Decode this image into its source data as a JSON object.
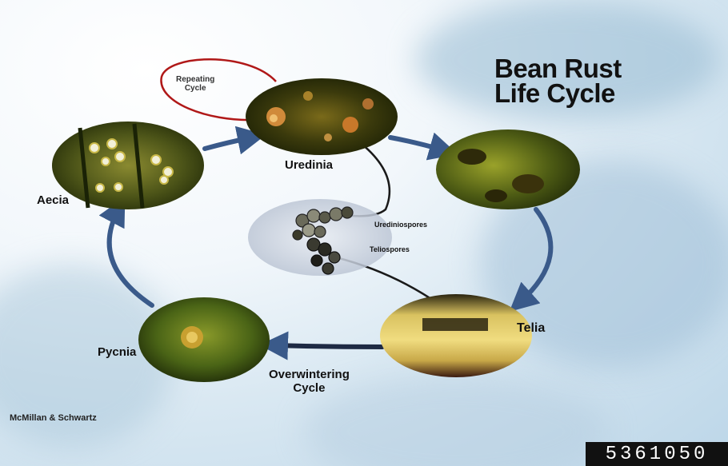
{
  "title": {
    "line1": "Bean Rust",
    "line2": "Life Cycle"
  },
  "stages": {
    "uredinia": "Uredinia",
    "telia": "Telia",
    "aecia": "Aecia",
    "pycnia": "Pycnia"
  },
  "cycles": {
    "repeating": {
      "line1": "Repeating",
      "line2": "Cycle"
    },
    "overwintering": {
      "line1": "Overwintering",
      "line2": "Cycle"
    }
  },
  "spores": {
    "urediniospores": "Urediniospores",
    "teliospores": "Teliospores"
  },
  "credit": "McMillan & Schwartz",
  "image_id": "5361050",
  "colors": {
    "arrow_blue": "#3a5a8a",
    "cycle_red": "#b01818",
    "spore_line": "#1a1a1a"
  }
}
